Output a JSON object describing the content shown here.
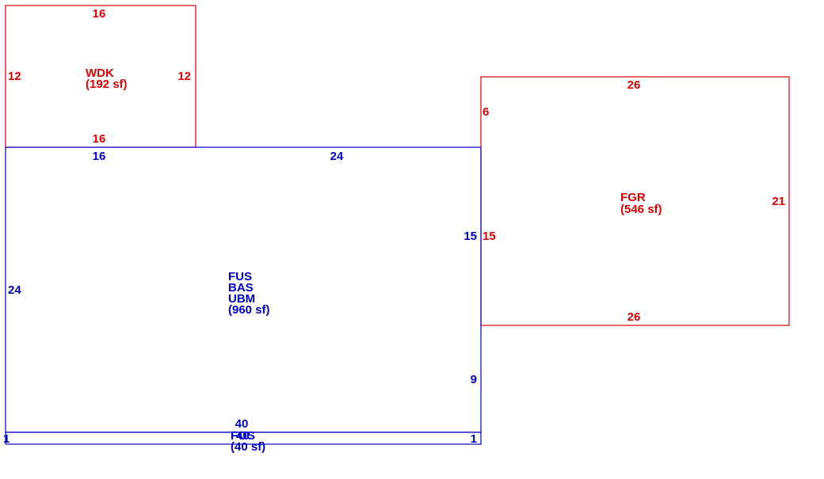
{
  "colors": {
    "garage_deck": "#e00000",
    "main_structure": "#0000cc",
    "background": "#ffffff"
  },
  "wdk": {
    "code": "WDK",
    "area": "(192 sf)",
    "dims": {
      "top": "16",
      "bottom": "16",
      "left": "12",
      "right": "12"
    }
  },
  "fgr": {
    "code": "FGR",
    "area": "(546 sf)",
    "dims": {
      "top": "26",
      "bottom": "26",
      "left_upper": "6",
      "left_lower": "15",
      "right": "21"
    }
  },
  "main": {
    "codes": [
      "FUS",
      "BAS",
      "UBM"
    ],
    "area": "(960 sf)",
    "dims": {
      "top_left": "16",
      "top_right": "24",
      "left": "24",
      "right_upper": "15",
      "right_lower": "9",
      "bottom": "40"
    }
  },
  "strip": {
    "codes": [
      "FOS",
      "40"
    ],
    "area": "(40 sf)",
    "dims": {
      "left": "1",
      "right": "1"
    }
  }
}
